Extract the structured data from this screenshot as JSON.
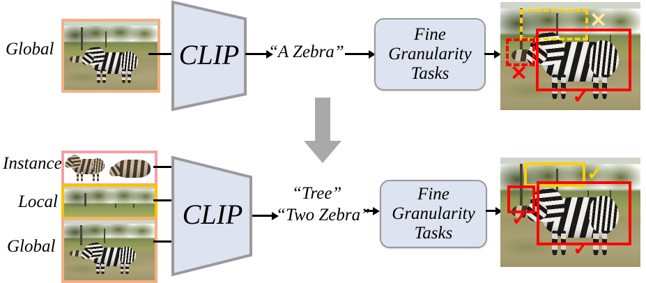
{
  "diagram": {
    "title": "CLIP fine-granularity pipeline comparison",
    "colors": {
      "clip_fill": "#dde3f0",
      "clip_stroke": "#9a9a9a",
      "task_fill": "#dde3f0",
      "task_stroke": "#9a9a9a",
      "big_arrow": "#a9a9a9",
      "global_border": "#f2b183",
      "local_border": "#ffc000",
      "instance_border": "#f2a0a8",
      "box_red": "#ff0000",
      "box_yellow_dashed": "#ffd000",
      "box_yellow_solid": "#ffd000",
      "check": "#ff0000",
      "check_yellow": "#ffd000",
      "cross_red": "#ff0000",
      "cross_yellow": "#ffe9a0"
    },
    "top_row": {
      "input_label": "Global",
      "model_label": "CLIP",
      "caption": "“A Zebra”",
      "task_lines": [
        "Fine",
        "Granularity",
        "Tasks"
      ],
      "annotations": [
        {
          "name": "yellow-dashed-tree-box",
          "mark": "✕",
          "style": "dashed",
          "color": "#ffd000"
        },
        {
          "name": "red-dashed-small-zebra-box",
          "mark": "✕",
          "style": "dashed",
          "color": "#ff0000"
        },
        {
          "name": "red-solid-zebra-box",
          "mark": "✓",
          "style": "solid",
          "color": "#ff0000"
        }
      ]
    },
    "bottom_row": {
      "input_labels": [
        "Instance",
        "Local",
        "Global"
      ],
      "model_label": "CLIP",
      "caption_lines": [
        "“Tree”",
        "“Two Zebra”"
      ],
      "task_lines": [
        "Fine",
        "Granularity",
        "Tasks"
      ],
      "annotations": [
        {
          "name": "yellow-solid-tree-box",
          "mark": "✓",
          "style": "solid",
          "color": "#ffd000"
        },
        {
          "name": "red-solid-small-zebra-box",
          "mark": "✓",
          "style": "solid",
          "color": "#ff0000"
        },
        {
          "name": "red-solid-zebra-box",
          "mark": "✓",
          "style": "solid",
          "color": "#ff0000"
        }
      ]
    },
    "transition": {
      "icon": "down-arrow",
      "color": "#a9a9a9"
    }
  }
}
